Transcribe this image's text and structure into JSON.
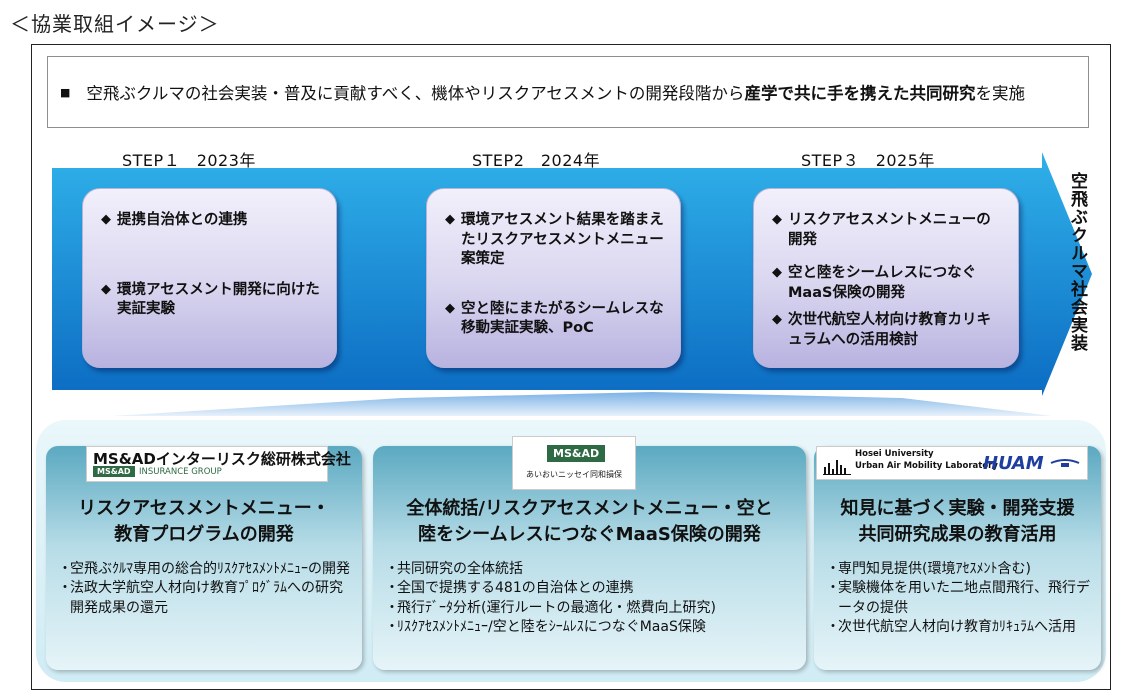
{
  "page_title": "＜協業取組イメージ＞",
  "summary": {
    "bullet": "■",
    "text_pre": "空飛ぶクルマの社会実装・普及に貢献すべく、機体やリスクアセスメントの開発段階から",
    "text_bold": "産学で共に手を携えた共同研究",
    "text_post": "を実施"
  },
  "steps": [
    {
      "label": "STEP１　2023年",
      "items": [
        "提携自治体との連携",
        "環境アセスメント開発に向けた実証実験"
      ]
    },
    {
      "label": "STEP2　2024年",
      "items": [
        "環境アセスメント結果を踏まえたリスクアセスメントメニュー案策定",
        "空と陸にまたがるシームレスな移動実証実験、PoC"
      ]
    },
    {
      "label": "STEP３　2025年",
      "items": [
        "リスクアセスメントメニューの開発",
        "空と陸をシームレスにつなぐMaaS保険の開発",
        "次世代航空人材向け教育カリキュラムへの活用検討"
      ]
    }
  ],
  "diamond": "◆",
  "goal_vertical": "空飛ぶクルマ社会実装",
  "colors": {
    "arrow_top": "#29a9e6",
    "arrow_bottom": "#0d6fc4",
    "card_top": "#5ba9c1",
    "step_box": "#cfcbec"
  },
  "orgs": [
    {
      "logo_name": "MS&ADインターリスク総研株式会社",
      "logo_badge": "MS&AD",
      "logo_sub": "INSURANCE GROUP",
      "title_lines": [
        "リスクアセスメントメニュー・",
        "教育プログラムの開発"
      ],
      "items": [
        "空飛ぶｸﾙﾏ専用の総合的ﾘｽｸｱｾｽﾒﾝﾄﾒﾆｭｰの開発",
        "法政大学航空人材向け教育ﾌﾟﾛｸﾞﾗﾑへの研究開発成果の還元"
      ]
    },
    {
      "logo_badge": "MS&AD",
      "logo_sub": "あいおいニッセイ同和損保",
      "title_lines": [
        "全体統括/リスクアセスメントメニュー・空と",
        "陸をシームレスにつなぐMaaS保険の開発"
      ],
      "items": [
        "共同研究の全体統括",
        "全国で提携する481の自治体との連携",
        "飛行ﾃﾞｰﾀ分析(運行ルートの最適化・燃費向上研究)",
        "ﾘｽｸｱｾｽﾒﾝﾄﾒﾆｭｰ/空と陸をｼｰﾑﾚｽにつなぐMaaS保険"
      ]
    },
    {
      "logo_line1": "Hosei University",
      "logo_line2": "Urban Air Mobility Laboratory",
      "logo_brand": "HUAM",
      "title_lines": [
        "知見に基づく実験・開発支援",
        "共同研究成果の教育活用"
      ],
      "items": [
        "専門知見提供(環境ｱｾｽﾒﾝﾄ含む)",
        "実験機体を用いた二地点間飛行、飛行データの提供",
        "次世代航空人材向け教育ｶﾘｷｭﾗﾑへ活用"
      ]
    }
  ],
  "list_dot": "・"
}
